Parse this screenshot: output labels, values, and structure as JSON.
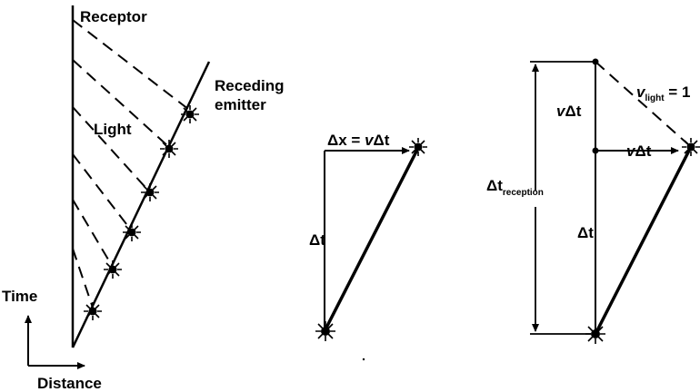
{
  "panel_left": {
    "receptor_label": "Receptor",
    "emitter_label_1": "Receding",
    "emitter_label_2": "emitter",
    "light_label": "Light",
    "time_label": "Time",
    "distance_label": "Distance"
  },
  "panel_middle": {
    "dx": "Δx = ",
    "v": "v",
    "dt": "Δt",
    "dt_side": "Δt"
  },
  "panel_right": {
    "v_light": "v",
    "light_sub": "light",
    "equals_one": " = 1",
    "vdt_top_v": "v",
    "vdt_top_dt": "Δt",
    "vdt_side_v": "v",
    "vdt_side_dt": "Δt",
    "dt_lower": "Δt",
    "reception_dt": "Δt",
    "reception_sub": "reception"
  },
  "colors": {
    "ink": "#000000",
    "background": "#ffffff"
  }
}
